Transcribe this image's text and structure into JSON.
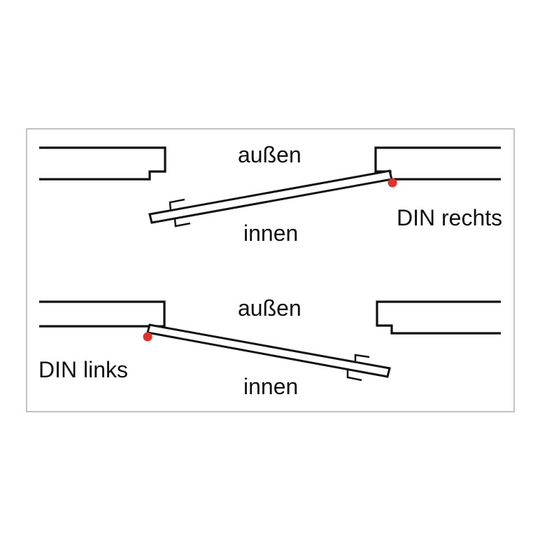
{
  "colors": {
    "line": "#111111",
    "frame": "#9a9a9a",
    "hinge": "#e0312a",
    "background": "#ffffff"
  },
  "top": {
    "outside_label": "außen",
    "inside_label": "innen",
    "din_label": "DIN rechts"
  },
  "bottom": {
    "outside_label": "außen",
    "inside_label": "innen",
    "din_label": "DIN links"
  }
}
